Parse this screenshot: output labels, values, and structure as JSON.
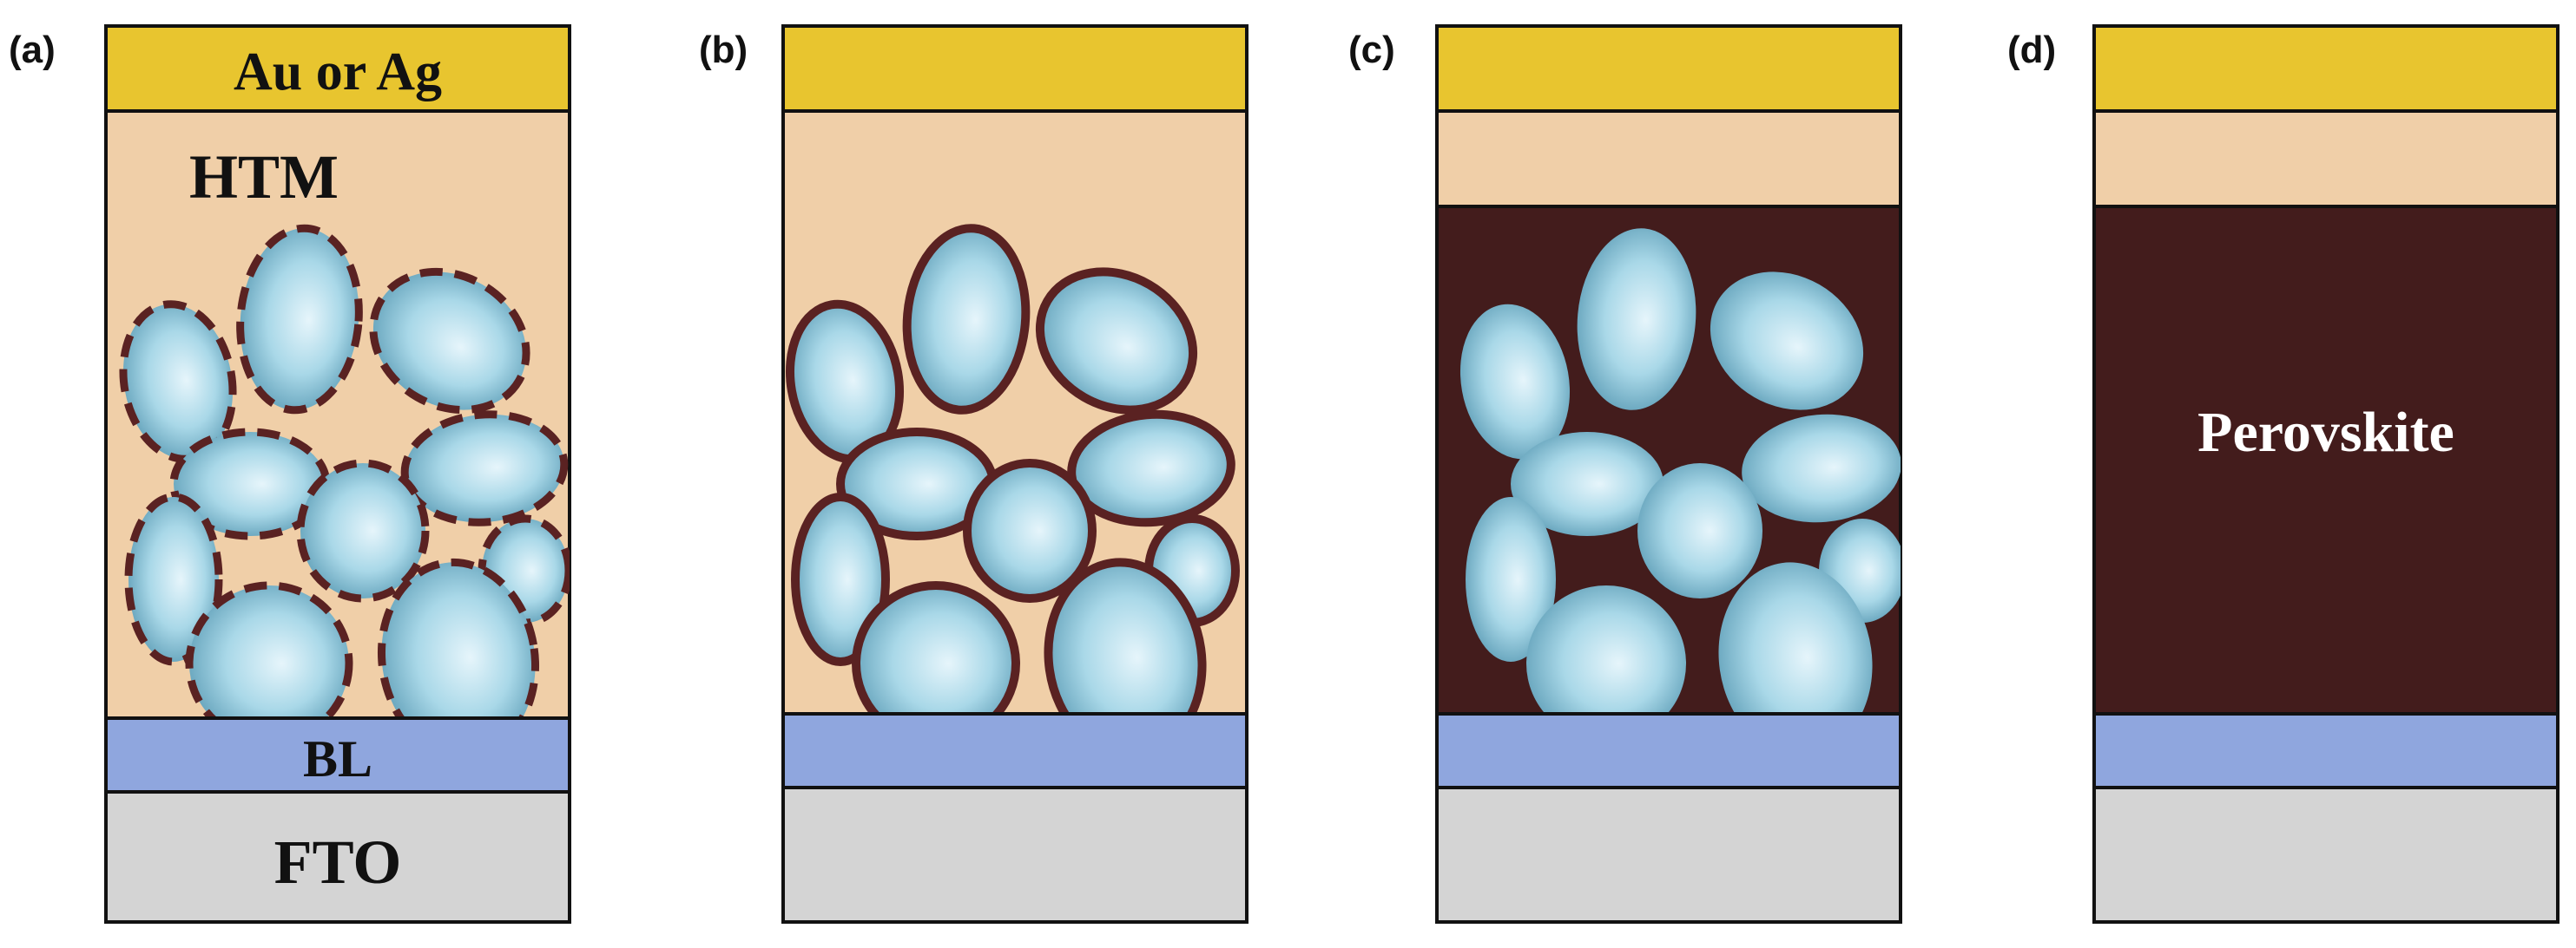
{
  "panels": [
    {
      "label": "(a)",
      "layers": [
        {
          "role": "electrode",
          "text": "Au or Ag"
        },
        {
          "role": "htm",
          "text": "HTM"
        },
        {
          "role": "blocking",
          "text": "BL"
        },
        {
          "role": "substrate",
          "text": "FTO"
        }
      ],
      "mesoporous_fill": "HTM",
      "particle_outline": "dashed"
    },
    {
      "label": "(b)",
      "layers": [
        {
          "role": "electrode",
          "text": ""
        },
        {
          "role": "htm",
          "text": ""
        },
        {
          "role": "blocking",
          "text": ""
        },
        {
          "role": "substrate",
          "text": ""
        }
      ],
      "mesoporous_fill": "HTM",
      "particle_outline": "solid"
    },
    {
      "label": "(c)",
      "layers": [
        {
          "role": "electrode",
          "text": ""
        },
        {
          "role": "htm",
          "text": ""
        },
        {
          "role": "perovskite",
          "text": ""
        },
        {
          "role": "blocking",
          "text": ""
        },
        {
          "role": "substrate",
          "text": ""
        }
      ],
      "mesoporous_fill": "perovskite",
      "particle_outline": "none"
    },
    {
      "label": "(d)",
      "layers": [
        {
          "role": "electrode",
          "text": ""
        },
        {
          "role": "htm",
          "text": ""
        },
        {
          "role": "perovskite",
          "text": "Perovskite"
        },
        {
          "role": "blocking",
          "text": ""
        },
        {
          "role": "substrate",
          "text": ""
        }
      ],
      "mesoporous_fill": "none",
      "particle_outline": "none"
    }
  ],
  "colors": {
    "electrode": "#e8c52f",
    "htm": "#f0cfa8",
    "perovskite": "#431c1c",
    "blocking": "#8fa6de",
    "substrate": "#d4d4d4",
    "outline": "#111111",
    "particle_stroke": "#5a2222",
    "particle_light": "#e6f5fb",
    "particle_dark": "#4f92ad"
  }
}
